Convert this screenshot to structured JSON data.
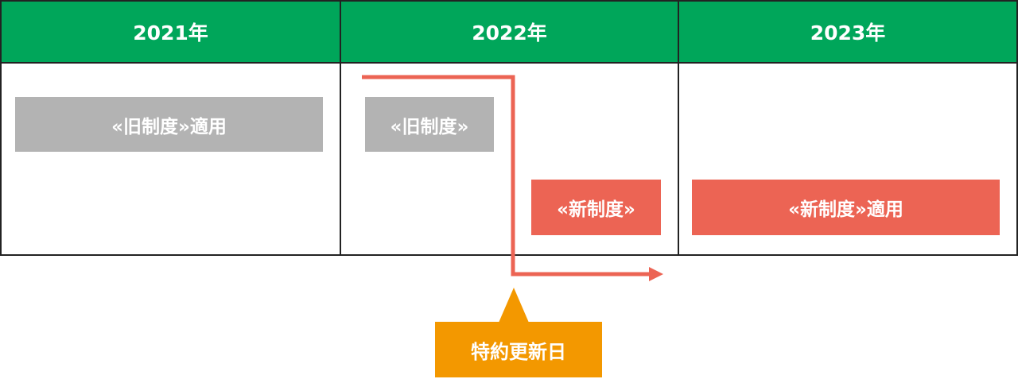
{
  "colors": {
    "header": "#00A65A",
    "old_system": "#B3B3B3",
    "new_system": "#EC6454",
    "callout": "#F39800",
    "border": "#222222"
  },
  "years": [
    "2021年",
    "2022年",
    "2023年"
  ],
  "bars": {
    "old_applied": "«旧制度»適用",
    "old": "«旧制度»",
    "new": "«新制度»",
    "new_applied": "«新制度»適用"
  },
  "callout": {
    "label": "特約更新日"
  }
}
